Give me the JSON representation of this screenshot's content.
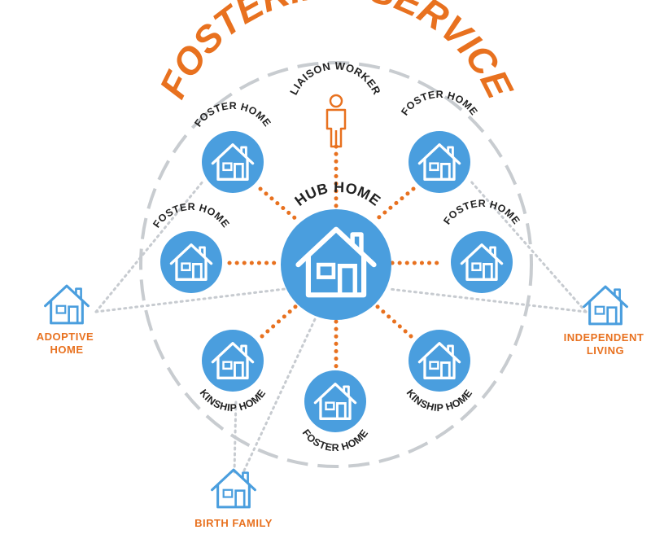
{
  "title": "FOSTERING SERVICE",
  "colors": {
    "accent": "#e8711f",
    "hub_blue": "#4a9ede",
    "icon_white": "#ffffff",
    "dashed_gray": "#c8ccd0",
    "dotted_gray": "#c7cbd0",
    "text_dark": "#222222",
    "outline_blue": "#4a9ede"
  },
  "hub": {
    "label": "HUB HOME",
    "icon": "house-icon"
  },
  "liaison": {
    "label": "LIAISON WORKER",
    "icon": "person-icon"
  },
  "homes": [
    {
      "id": "top-left",
      "label": "FOSTER HOME"
    },
    {
      "id": "top-right",
      "label": "FOSTER HOME"
    },
    {
      "id": "mid-left",
      "label": "FOSTER HOME"
    },
    {
      "id": "mid-right",
      "label": "FOSTER HOME"
    },
    {
      "id": "bottom-left",
      "label": "KINSHIP HOME"
    },
    {
      "id": "bottom-right",
      "label": "KINSHIP HOME"
    },
    {
      "id": "bottom",
      "label": "FOSTER HOME"
    }
  ],
  "outer": [
    {
      "id": "adoptive",
      "lines": [
        "ADOPTIVE",
        "HOME"
      ]
    },
    {
      "id": "independent",
      "lines": [
        "INDEPENDENT",
        "LIVING"
      ]
    },
    {
      "id": "birth",
      "lines": [
        "BIRTH FAMILY"
      ]
    }
  ]
}
